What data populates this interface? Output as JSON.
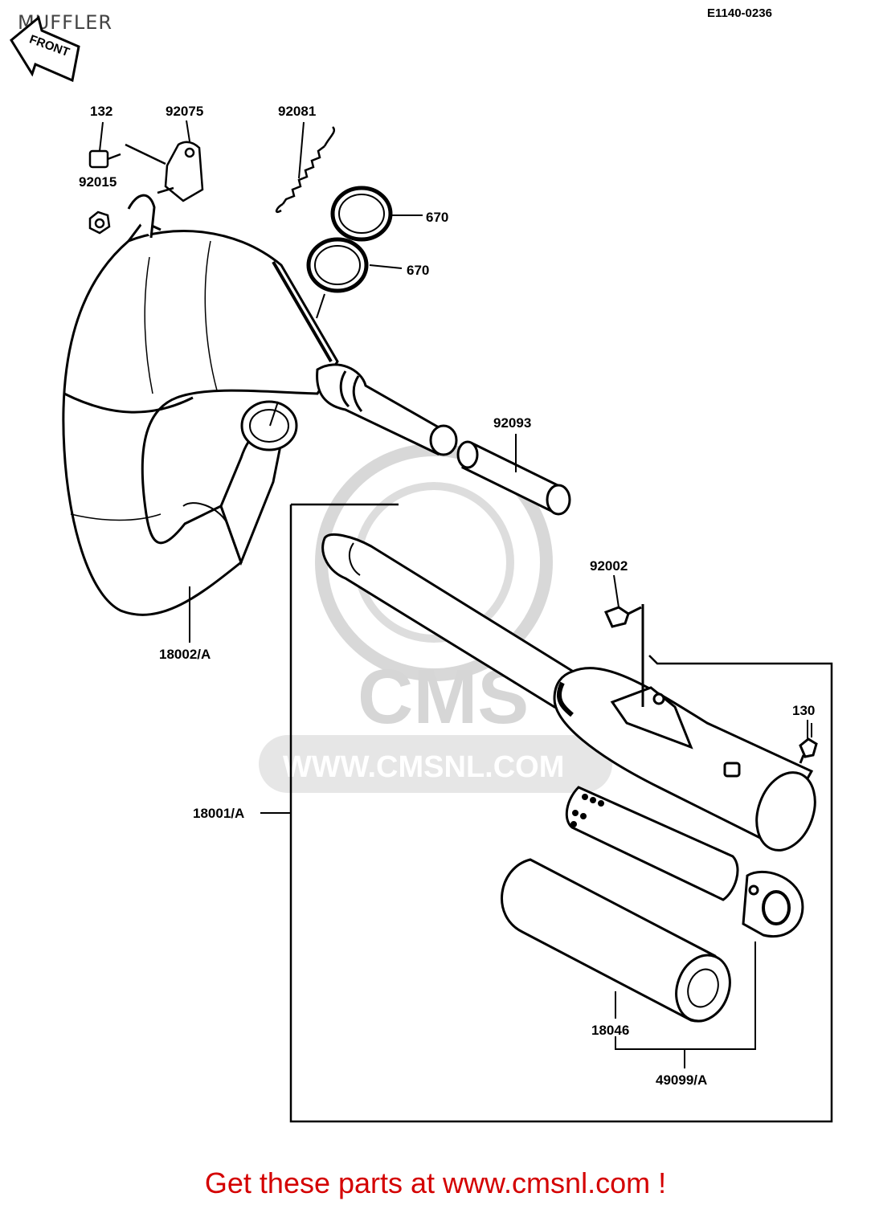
{
  "header": {
    "title": "MUFFLER",
    "diagram_code": "E1140-0236",
    "front_badge": "FRONT"
  },
  "parts": [
    {
      "id": "p132",
      "label": "132"
    },
    {
      "id": "p92075",
      "label": "92075"
    },
    {
      "id": "p92015",
      "label": "92015"
    },
    {
      "id": "p92081",
      "label": "92081"
    },
    {
      "id": "p670a",
      "label": "670"
    },
    {
      "id": "p670b",
      "label": "670"
    },
    {
      "id": "p92093",
      "label": "92093"
    },
    {
      "id": "p18002",
      "label": "18002/A"
    },
    {
      "id": "p92002",
      "label": "92002"
    },
    {
      "id": "p130",
      "label": "130"
    },
    {
      "id": "p18001",
      "label": "18001/A"
    },
    {
      "id": "p18046",
      "label": "18046"
    },
    {
      "id": "p49099",
      "label": "49099/A"
    }
  ],
  "watermark": {
    "brand": "CMS",
    "url": "WWW.CMSNL.COM"
  },
  "footer": {
    "text": "Get these parts at www.cmsnl.com !"
  },
  "colors": {
    "footer": "#d40000",
    "watermark": "#cfcfcf",
    "line": "#000000"
  }
}
